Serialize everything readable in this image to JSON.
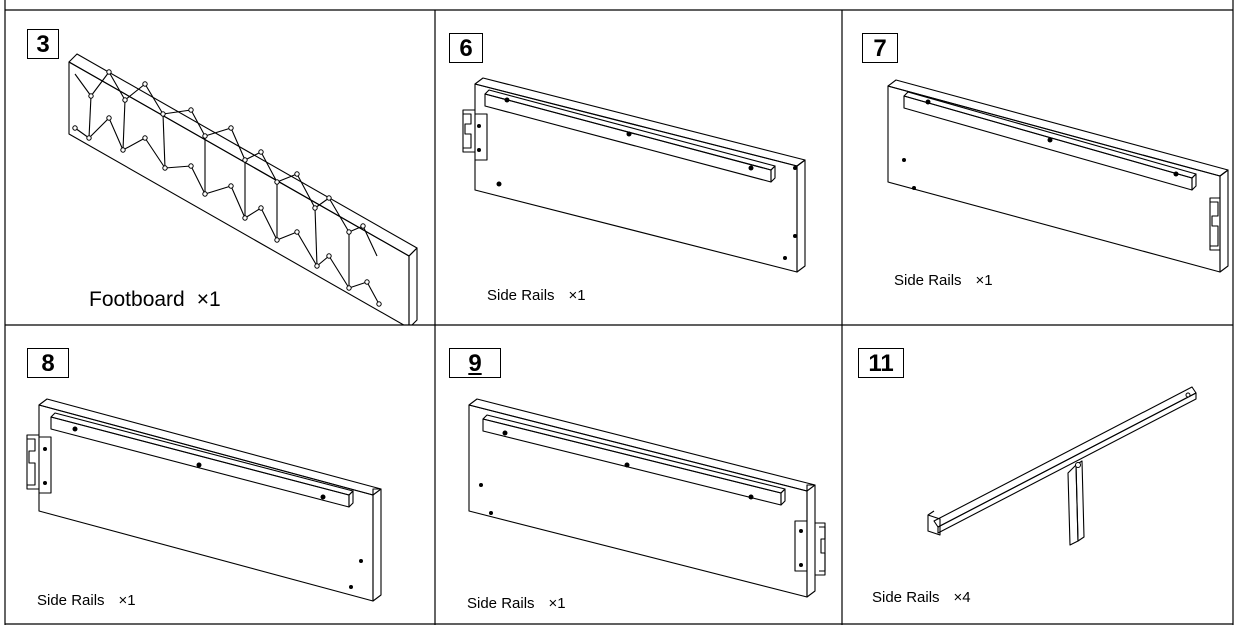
{
  "panels": [
    {
      "number": "3",
      "label": "Footboard",
      "qty": "×1"
    },
    {
      "number": "6",
      "label": "Side Rails",
      "qty": "×1"
    },
    {
      "number": "7",
      "label": "Side Rails",
      "qty": "×1"
    },
    {
      "number": "8",
      "label": "Side Rails",
      "qty": "×1"
    },
    {
      "number": "9",
      "label": "Side Rails",
      "qty": "×1"
    },
    {
      "number": "11",
      "label": "Side Rails",
      "qty": "×4"
    }
  ]
}
